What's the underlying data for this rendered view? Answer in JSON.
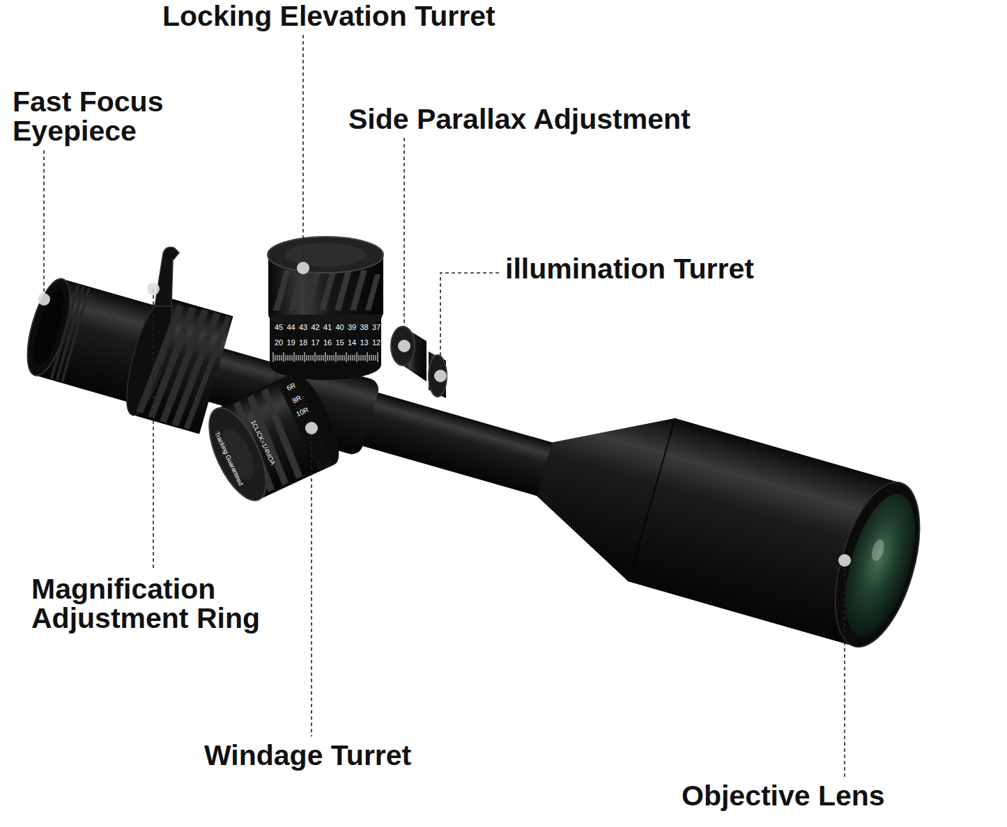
{
  "diagram": {
    "labels": [
      "Locking Elevation Turret",
      "Fast Focus Eyepiece",
      "Side Parallax Adjustment",
      "illumination Turret",
      "45",
      "44",
      "43",
      "42",
      "41",
      "40",
      "39",
      "38",
      "37",
      "20",
      "19",
      "18",
      "17",
      "16",
      "15",
      "14",
      "13",
      "12",
      "1CLICK=1/4MOA",
      "Tracking Guaranteed",
      "6R",
      "8R",
      "10R",
      "Magnification Adjustment Ring",
      "Windage Turret",
      "Objective Lens"
    ]
  }
}
